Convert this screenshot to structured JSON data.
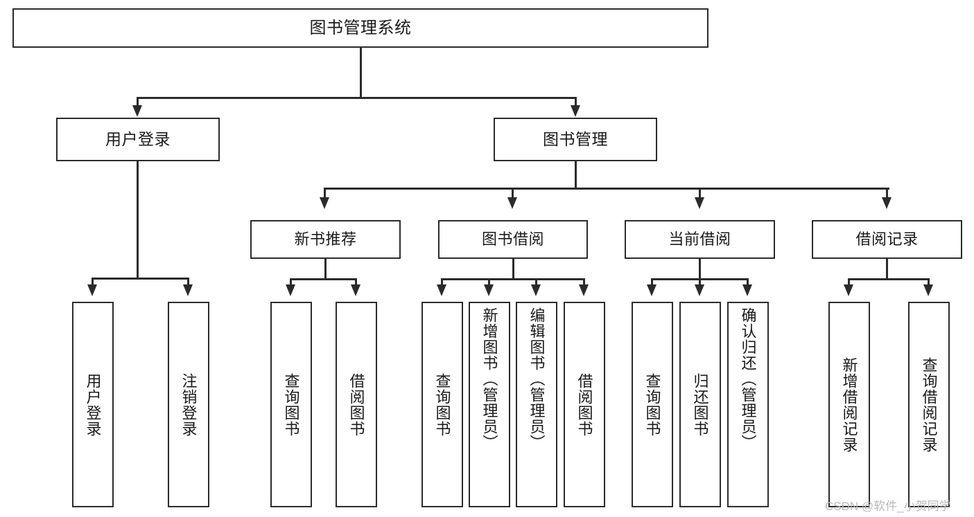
{
  "diagram": {
    "title": "图书管理系统",
    "type": "functional-structure-tree",
    "root": {
      "label": "图书管理系统"
    },
    "level1": [
      {
        "label": "用户登录"
      },
      {
        "label": "图书管理"
      }
    ],
    "level2": [
      {
        "label": "新书推荐"
      },
      {
        "label": "图书借阅"
      },
      {
        "label": "当前借阅"
      },
      {
        "label": "借阅记录"
      }
    ],
    "leaves": {
      "user_login": [
        {
          "label": "用户登录"
        },
        {
          "label": "注销登录"
        }
      ],
      "new_book_recommend": [
        {
          "label": "查询图书"
        },
        {
          "label": "借阅图书"
        }
      ],
      "book_borrow": [
        {
          "label": "查询图书"
        },
        {
          "label": "新增图书（管理员）"
        },
        {
          "label": "编辑图书（管理员）"
        },
        {
          "label": "借阅图书"
        }
      ],
      "current_borrow": [
        {
          "label": "查询图书"
        },
        {
          "label": "归还图书"
        },
        {
          "label": "确认归还（管理员）"
        }
      ],
      "borrow_record": [
        {
          "label": "新增借阅记录"
        },
        {
          "label": "查询借阅记录"
        }
      ]
    }
  },
  "watermark": {
    "text": "CSDN @软件_小贺同学"
  },
  "colors": {
    "stroke": "#2b2b2b",
    "background": "#ffffff",
    "text": "#1a1a1a",
    "watermark": "#b9b9b9"
  }
}
